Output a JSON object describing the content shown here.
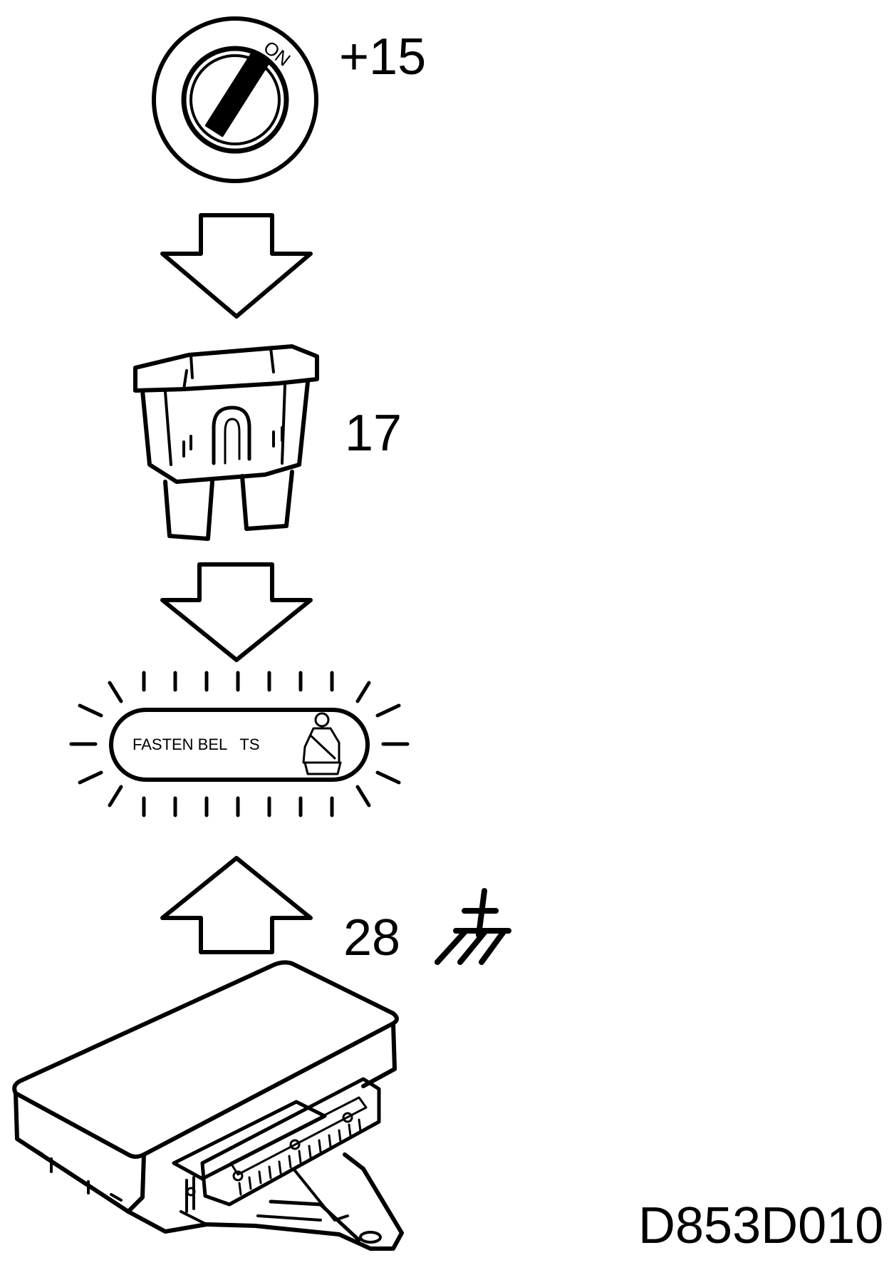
{
  "ignition": {
    "switch_label": "ON",
    "terminal_label": "+15"
  },
  "fuse": {
    "number_label": "17"
  },
  "warning_lamp": {
    "text": "FASTEN BEL   TS"
  },
  "ground": {
    "number_label": "28"
  },
  "figure": {
    "code": "D853D010"
  },
  "colors": {
    "ink": "#000000",
    "paper": "#ffffff"
  }
}
